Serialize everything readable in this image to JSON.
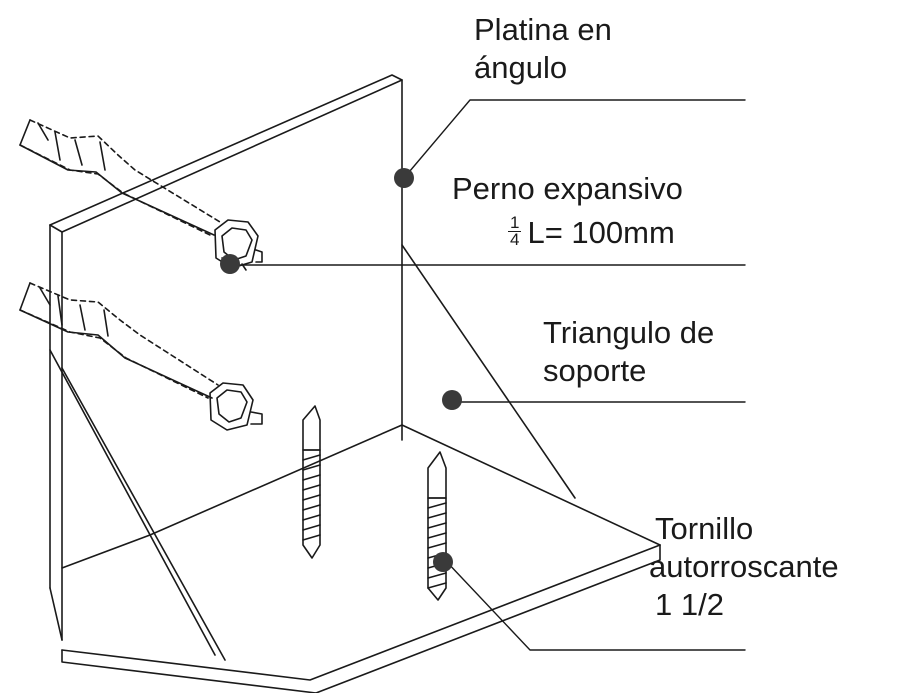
{
  "labels": {
    "angle_plate": {
      "line1": "Platina en",
      "line2": "ángulo"
    },
    "expansion_bolt": {
      "line1": "Perno expansivo",
      "fraction_num": "1",
      "fraction_den": "4",
      "line2_text": "L= 100mm"
    },
    "support_triangle": {
      "line1": "Triangulo de",
      "line2": "soporte"
    },
    "self_tapping_screw": {
      "line1": "Tornillo",
      "line2": "autorroscante",
      "line3": "1 1/2"
    }
  },
  "colors": {
    "stroke": "#1a1a1a",
    "marker": "#3a3a3a",
    "background": "#ffffff"
  }
}
